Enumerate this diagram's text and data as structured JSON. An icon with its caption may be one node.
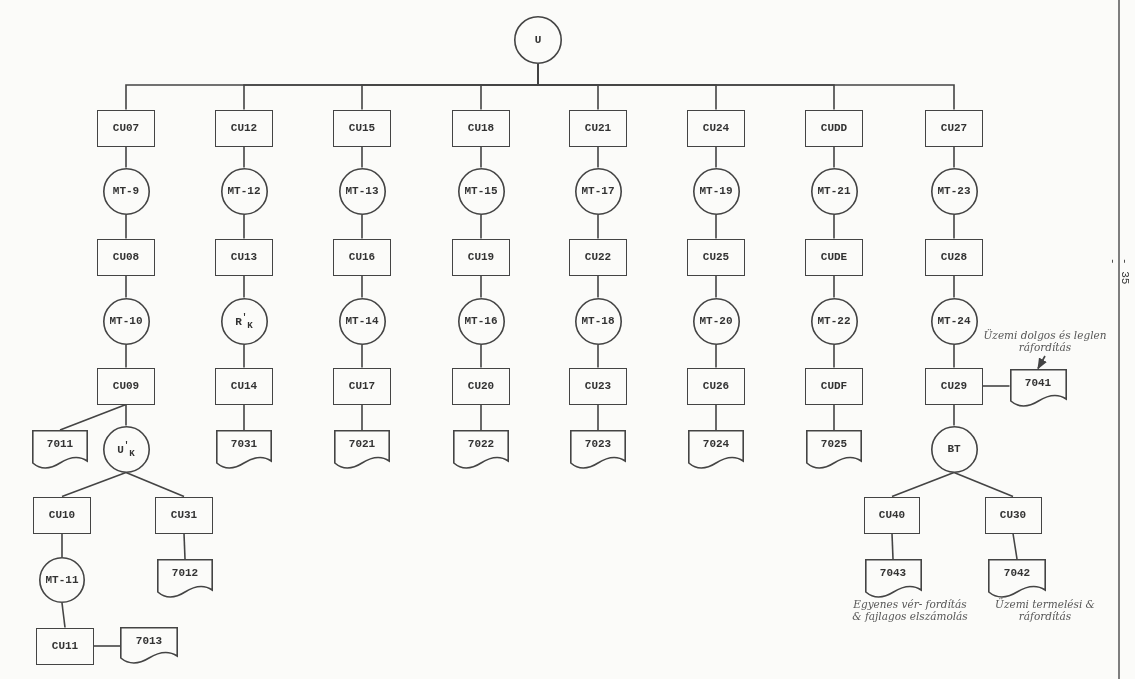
{
  "diagram": {
    "nodes": [
      {
        "text": [
          "U"
        ]
      },
      {
        "text": [
          "CU07"
        ]
      },
      {
        "text": [
          "MT-9"
        ]
      },
      {
        "text": [
          "CU08"
        ]
      },
      {
        "text": [
          "MT-10"
        ]
      },
      {
        "text": [
          "CU09"
        ]
      },
      {
        "text": [
          "7011"
        ]
      },
      {
        "text": [
          "U$^{'}$$_{K}$"
        ]
      },
      {
        "text": [
          "CU10"
        ]
      },
      {
        "text": [
          "CU31"
        ]
      },
      {
        "text": [
          "MT-11"
        ]
      },
      {
        "text": [
          "7012"
        ]
      },
      {
        "text": [
          "CU11"
        ]
      },
      {
        "text": [
          "7013"
        ]
      },
      {
        "text": [
          "CU12"
        ]
      },
      {
        "text": [
          "MT-12"
        ]
      },
      {
        "text": [
          "CU13"
        ]
      },
      {
        "text": [
          "R$^{'}$$_{K}$"
        ]
      },
      {
        "text": [
          "CU14"
        ]
      },
      {
        "text": [
          "7031"
        ]
      },
      {
        "text": [
          "CU15"
        ]
      },
      {
        "text": [
          "MT-13"
        ]
      },
      {
        "text": [
          "CU16"
        ]
      },
      {
        "text": [
          "MT-14"
        ]
      },
      {
        "text": [
          "CU17"
        ]
      },
      {
        "text": [
          "7021"
        ]
      },
      {
        "text": [
          "CU18"
        ]
      },
      {
        "text": [
          "MT-15"
        ]
      },
      {
        "text": [
          "CU19"
        ]
      },
      {
        "text": [
          "MT-16"
        ]
      },
      {
        "text": [
          "CU20"
        ]
      },
      {
        "text": [
          "7022"
        ]
      },
      {
        "text": [
          "CU21"
        ]
      },
      {
        "text": [
          "MT-17"
        ]
      },
      {
        "text": [
          "CU22"
        ]
      },
      {
        "text": [
          "MT-18"
        ]
      },
      {
        "text": [
          "CU23"
        ]
      },
      {
        "text": [
          "7023"
        ]
      },
      {
        "text": [
          "CU24"
        ]
      },
      {
        "text": [
          "MT-19"
        ]
      },
      {
        "text": [
          "CU25"
        ]
      },
      {
        "text": [
          "MT-20"
        ]
      },
      {
        "text": [
          "CU26"
        ]
      },
      {
        "text": [
          "7024"
        ]
      },
      {
        "text": [
          "CUDD"
        ]
      },
      {
        "text": [
          "MT-21"
        ]
      },
      {
        "text": [
          "CUDE"
        ]
      },
      {
        "text": [
          "MT-22"
        ]
      },
      {
        "text": [
          "CUDF"
        ]
      },
      {
        "text": [
          "7025"
        ]
      },
      {
        "text": [
          "CU27"
        ]
      },
      {
        "text": [
          "MT-23"
        ]
      },
      {
        "text": [
          "CU28"
        ]
      },
      {
        "text": [
          "MT-24"
        ]
      },
      {
        "text": [
          "CU29"
        ]
      },
      {
        "text": [
          "Üzemi dolgos és leglen ráfordítás"
        ]
      },
      {
        "text": [
          "7041"
        ]
      },
      {
        "text": [
          "BT"
        ]
      },
      {
        "text": [
          "CU40"
        ]
      },
      {
        "text": [
          "CU30"
        ]
      },
      {
        "text": [
          "7043"
        ],
        "beside": [
          "Egyenes vér- fordítás & fajlagos elszámolás"
        ]
      },
      {
        "text": [
          "7042"
        ],
        "beside": [
          "Üzemi termelési & ráfordítás"
        ]
      }
    ],
    "edges": [
      {
        "from": 0,
        "to": 1,
        "arrow": "none"
      },
      {
        "from": 0,
        "to": 14,
        "arrow": "none"
      },
      {
        "from": 0,
        "to": 20,
        "arrow": "none"
      },
      {
        "from": 0,
        "to": 26,
        "arrow": "none"
      },
      {
        "from": 0,
        "to": 32,
        "arrow": "none"
      },
      {
        "from": 0,
        "to": 38,
        "arrow": "none"
      },
      {
        "from": 0,
        "to": 44,
        "arrow": "none"
      },
      {
        "from": 0,
        "to": 50,
        "arrow": "none"
      },
      {
        "from": 1,
        "to": 2,
        "arrow": "none"
      },
      {
        "from": 2,
        "to": 3,
        "arrow": "none"
      },
      {
        "from": 3,
        "to": 4,
        "arrow": "none"
      },
      {
        "from": 4,
        "to": 5,
        "arrow": "none"
      },
      {
        "from": 5,
        "to": 6,
        "arrow": "none"
      },
      {
        "from": 5,
        "to": 7,
        "arrow": "none"
      },
      {
        "from": 7,
        "to": 8,
        "arrow": "none"
      },
      {
        "from": 7,
        "to": 9,
        "arrow": "none"
      },
      {
        "from": 8,
        "to": 10,
        "arrow": "none"
      },
      {
        "from": 9,
        "to": 11,
        "arrow": "none"
      },
      {
        "from": 10,
        "to": 12,
        "arrow": "none"
      },
      {
        "from": 12,
        "to": 13,
        "arrow": "none"
      },
      {
        "from": 14,
        "to": 15,
        "arrow": "none"
      },
      {
        "from": 15,
        "to": 16,
        "arrow": "none"
      },
      {
        "from": 16,
        "to": 17,
        "arrow": "none"
      },
      {
        "from": 17,
        "to": 18,
        "arrow": "none"
      },
      {
        "from": 18,
        "to": 19,
        "arrow": "none"
      },
      {
        "from": 20,
        "to": 21,
        "arrow": "none"
      },
      {
        "from": 21,
        "to": 22,
        "arrow": "none"
      },
      {
        "from": 22,
        "to": 23,
        "arrow": "none"
      },
      {
        "from": 23,
        "to": 24,
        "arrow": "none"
      },
      {
        "from": 24,
        "to": 25,
        "arrow": "none"
      },
      {
        "from": 26,
        "to": 27,
        "arrow": "none"
      },
      {
        "from": 27,
        "to": 28,
        "arrow": "none"
      },
      {
        "from": 28,
        "to": 29,
        "arrow": "none"
      },
      {
        "from": 29,
        "to": 30,
        "arrow": "none"
      },
      {
        "from": 30,
        "to": 31,
        "arrow": "none"
      },
      {
        "from": 32,
        "to": 33,
        "arrow": "none"
      },
      {
        "from": 33,
        "to": 34,
        "arrow": "none"
      },
      {
        "from": 34,
        "to": 35,
        "arrow": "none"
      },
      {
        "from": 35,
        "to": 36,
        "arrow": "none"
      },
      {
        "from": 36,
        "to": 37,
        "arrow": "none"
      },
      {
        "from": 38,
        "to": 39,
        "arrow": "none"
      },
      {
        "from": 39,
        "to": 40,
        "arrow": "none"
      },
      {
        "from": 40,
        "to": 41,
        "arrow": "none"
      },
      {
        "from": 41,
        "to": 42,
        "arrow": "none"
      },
      {
        "from": 42,
        "to": 43,
        "arrow": "none"
      },
      {
        "from": 44,
        "to": 45,
        "arrow": "none"
      },
      {
        "from": 45,
        "to": 46,
        "arrow": "none"
      },
      {
        "from": 46,
        "to": 47,
        "arrow": "none"
      },
      {
        "from": 47,
        "to": 48,
        "arrow": "none"
      },
      {
        "from": 48,
        "to": 49,
        "arrow": "none"
      },
      {
        "from": 50,
        "to": 51,
        "arrow": "none"
      },
      {
        "from": 51,
        "to": 52,
        "arrow": "none"
      },
      {
        "from": 52,
        "to": 53,
        "arrow": "none"
      },
      {
        "from": 53,
        "to": 54,
        "arrow": "none"
      },
      {
        "from": 54,
        "to": 56,
        "arrow": "none"
      },
      {
        "from": 55,
        "to": 56,
        "arrow": "to"
      },
      {
        "from": 54,
        "to": 57,
        "arrow": "none"
      },
      {
        "from": 57,
        "to": 58,
        "arrow": "none"
      },
      {
        "from": 57,
        "to": 59,
        "arrow": "none"
      },
      {
        "from": 58,
        "to": 60,
        "arrow": "none"
      },
      {
        "from": 59,
        "to": 61,
        "arrow": "none"
      }
    ],
    "labels": [
      "- 35 -"
    ]
  }
}
